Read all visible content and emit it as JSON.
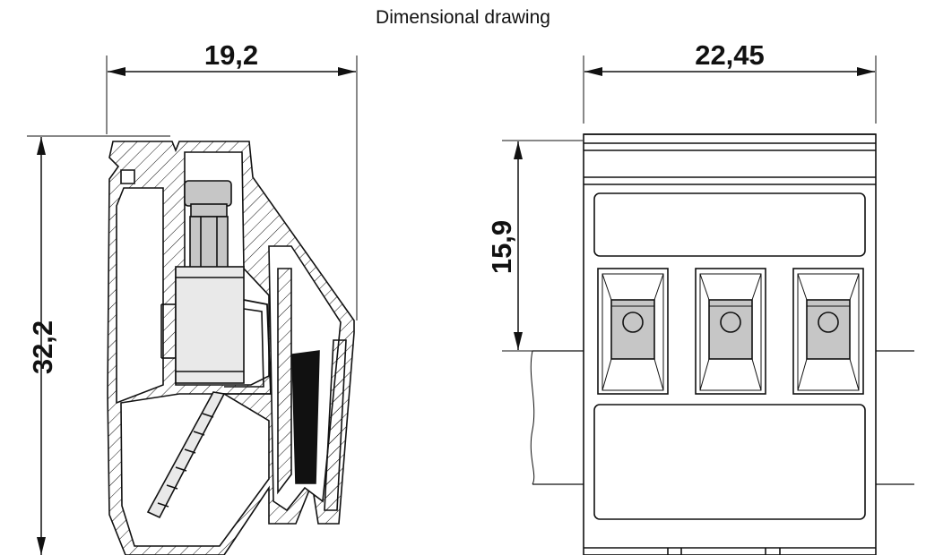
{
  "title": "Dimensional drawing",
  "dimensions": {
    "side_width": "19,2",
    "side_height": "32,2",
    "front_width": "22,45",
    "front_height": "15,9"
  },
  "colors": {
    "line": "#111111",
    "fill_light": "#e9e9e9",
    "fill_gray": "#c6c6c6",
    "fill_dark": "#111111"
  },
  "front_view": {
    "terminal_positions": 3
  }
}
